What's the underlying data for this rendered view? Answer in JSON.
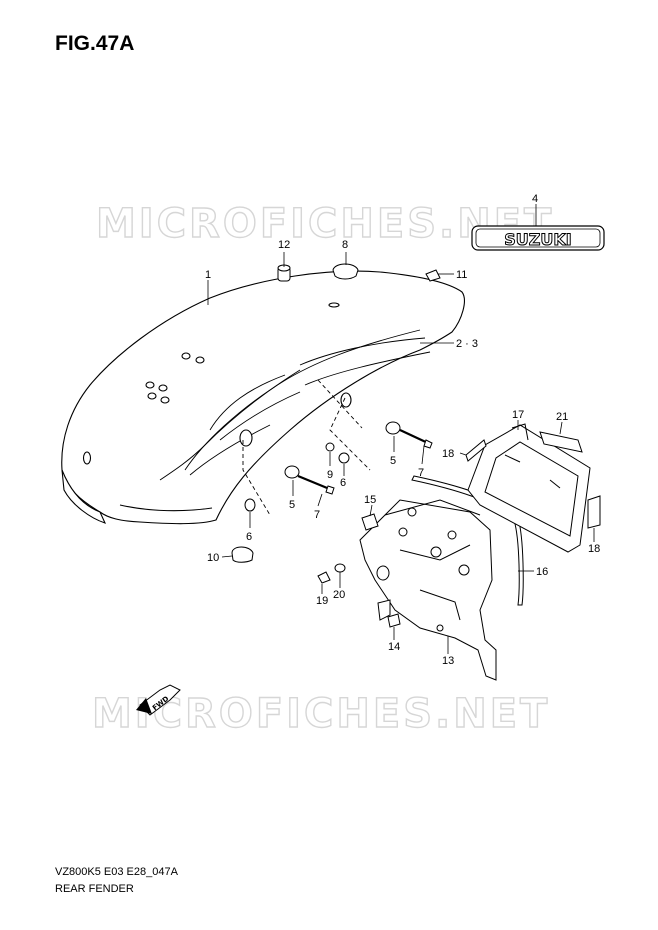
{
  "figure": {
    "title": "FIG.47A",
    "model_code": "VZ800K5 E03 E28_047A",
    "name": "REAR FENDER"
  },
  "watermark": {
    "text_top": "MICROFICHES.NET",
    "text_bottom": "MICROFICHES.NET"
  },
  "emblem": {
    "text": "SUZUKI"
  },
  "fwd_arrow": {
    "text": "FWD"
  },
  "callouts": {
    "p1": "1",
    "p23": "2 · 3",
    "p4": "4",
    "p5a": "5",
    "p5b": "5",
    "p6a": "6",
    "p6b": "6",
    "p7a": "7",
    "p7b": "7",
    "p8": "8",
    "p9": "9",
    "p10": "10",
    "p11": "11",
    "p12": "12",
    "p13": "13",
    "p14": "14",
    "p15": "15",
    "p16": "16",
    "p17": "17",
    "p18a": "18",
    "p18b": "18",
    "p19": "19",
    "p20": "20",
    "p21": "21"
  }
}
